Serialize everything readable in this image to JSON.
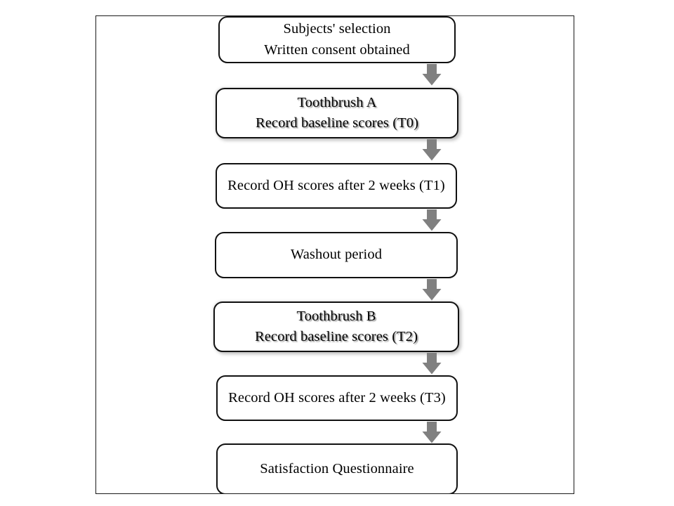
{
  "figure": {
    "type": "flowchart",
    "orientation": "vertical",
    "colors": {
      "node_border": "#111111",
      "node_fill": "#ffffff",
      "arrow_fill": "#808080",
      "frame_border": "#1a1a1a",
      "page_background": "#ffffff"
    },
    "nodes": [
      {
        "id": "subjects-selection",
        "emphasis": false,
        "lines": [
          "Subjects' selection",
          "Written consent obtained"
        ]
      },
      {
        "id": "toothbrush-a",
        "emphasis": true,
        "lines": [
          "Toothbrush A",
          "Record baseline scores (T0)"
        ]
      },
      {
        "id": "oh-scores-t1",
        "emphasis": false,
        "lines": [
          "Record OH scores after 2 weeks (T1)"
        ]
      },
      {
        "id": "washout-period",
        "emphasis": false,
        "lines": [
          "Washout period"
        ]
      },
      {
        "id": "toothbrush-b",
        "emphasis": true,
        "lines": [
          "Toothbrush B",
          "Record baseline scores (T2)"
        ]
      },
      {
        "id": "oh-scores-t3",
        "emphasis": false,
        "lines": [
          "Record OH scores after 2 weeks (T3)"
        ]
      },
      {
        "id": "satisfaction-questionnaire",
        "emphasis": false,
        "lines": [
          "Satisfaction Questionnaire"
        ]
      }
    ],
    "connectors": [
      {
        "id": "arrow-1",
        "icon": "arrow-down-icon",
        "from": "subjects-selection",
        "to": "toothbrush-a"
      },
      {
        "id": "arrow-2",
        "icon": "arrow-down-icon",
        "from": "toothbrush-a",
        "to": "oh-scores-t1"
      },
      {
        "id": "arrow-3",
        "icon": "arrow-down-icon",
        "from": "oh-scores-t1",
        "to": "washout-period"
      },
      {
        "id": "arrow-4",
        "icon": "arrow-down-icon",
        "from": "washout-period",
        "to": "toothbrush-b"
      },
      {
        "id": "arrow-5",
        "icon": "arrow-down-icon",
        "from": "toothbrush-b",
        "to": "oh-scores-t3"
      },
      {
        "id": "arrow-6",
        "icon": "arrow-down-icon",
        "from": "oh-scores-t3",
        "to": "satisfaction-questionnaire"
      }
    ]
  }
}
